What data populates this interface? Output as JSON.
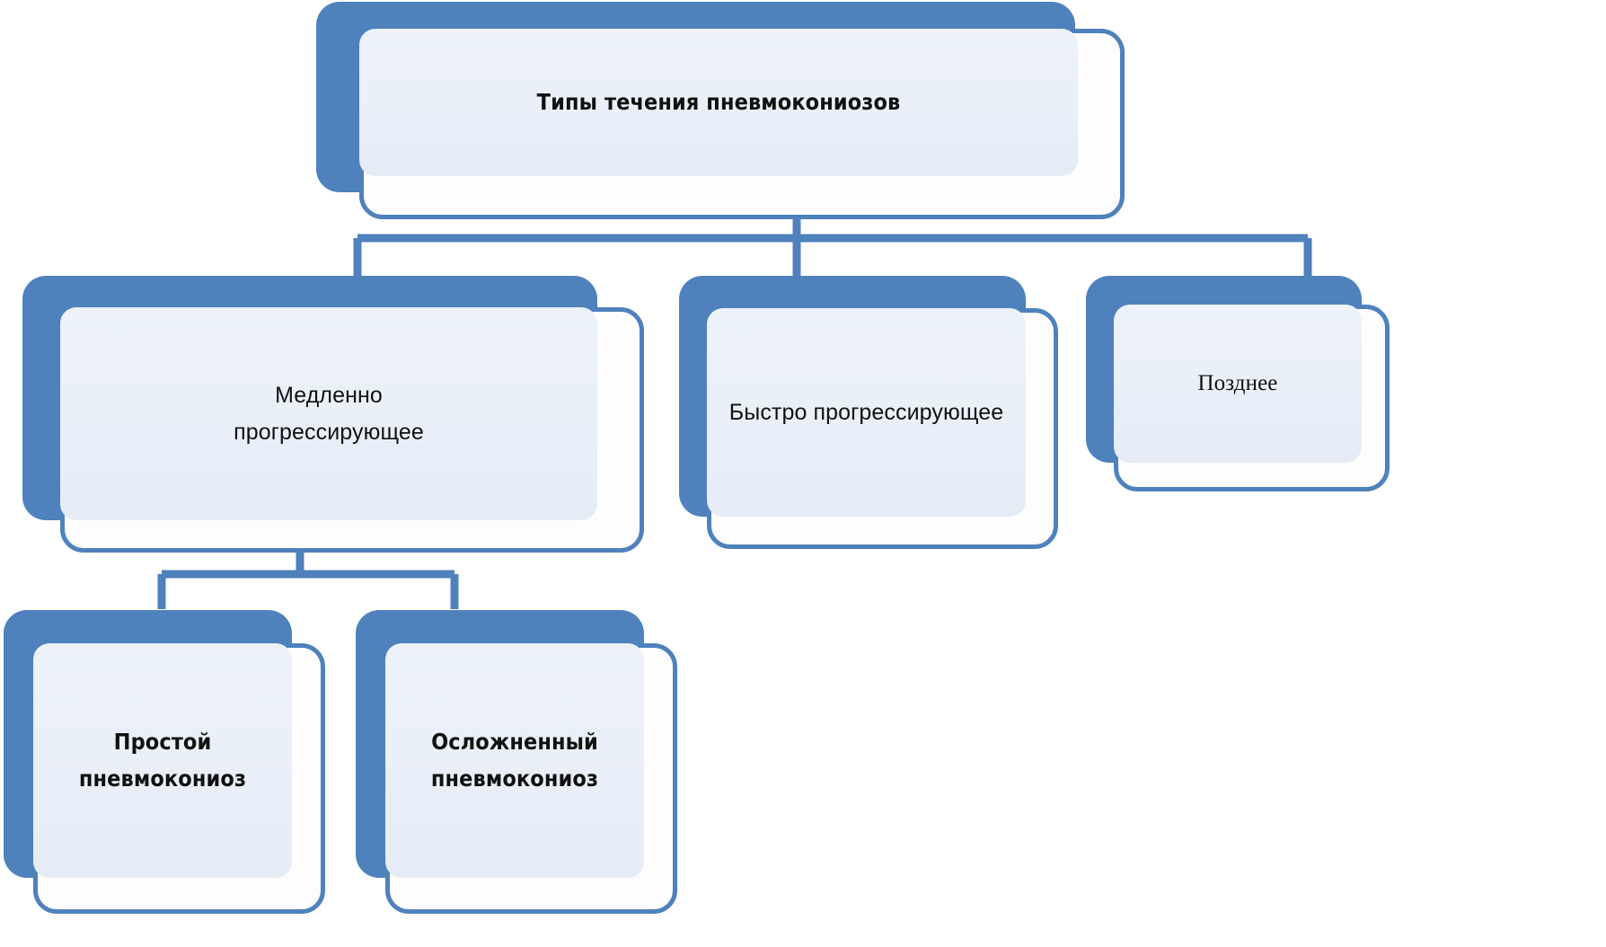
{
  "diagram": {
    "title": "Типы течения пневмокониозов",
    "accent_color": "#4F81BD",
    "panel_fill": "#EAF0F8",
    "card_fill": "#FDFDFE",
    "connector_color": "#4F81BD",
    "background": "#FFFFFF"
  },
  "nodes": {
    "root": {
      "label": "Типы течения пневмокониозов",
      "level": 1
    },
    "slow": {
      "label": "Медленно\nпрогрессирующее",
      "level": 2
    },
    "fast": {
      "label": "Быстро прогрессирующее",
      "level": 2
    },
    "late": {
      "label": "Позднее",
      "level": 2
    },
    "simple": {
      "label": "Простой\nпневмокониоз",
      "level": 3
    },
    "complicated": {
      "label": "Осложненный\nпневмокониоз",
      "level": 3
    }
  },
  "hierarchy": [
    {
      "parent": "root",
      "children": [
        "slow",
        "fast",
        "late"
      ]
    },
    {
      "parent": "slow",
      "children": [
        "simple",
        "complicated"
      ]
    }
  ]
}
